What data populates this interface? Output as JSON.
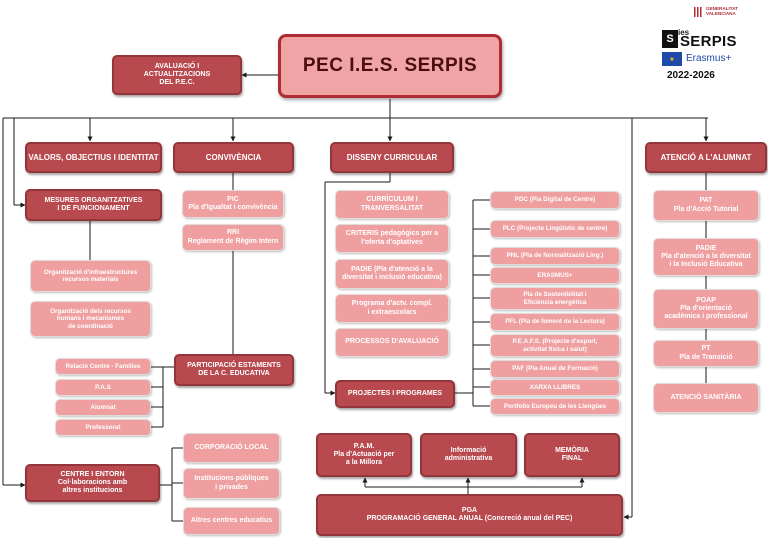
{
  "title": "PEC  I.E.S. SERPIS",
  "avaluacio": "AVALUACIÓ I\nACTUALITZACIONS\nDEL P.E.C.",
  "headers": {
    "valors": "VALORS, OBJECTIUS I IDENTITAT",
    "convivencia": "CONVIVÈNCIA",
    "disseny": "DISSENY CURRICULAR",
    "atencio": "ATENCIÓ A L'ALUMNAT"
  },
  "mesures": "MESURES ORGANITZATIVES\nI DE FUNCIONAMENT",
  "organitzacio_infra": "Organització d'infraestructures\nrecursos materials",
  "organitzacio_recursos": "Organització dels recursos\nhumans i mecanismes\nde coordinació",
  "pic": "PIC\nPla d'Igualtat i convivència",
  "rri": "RRI\nReglament de Règim Intern",
  "participacio": "PARTICIPACIÓ  ESTAMENTS\nDE LA C. EDUCATIVA",
  "estaments": [
    "Relació Centre - Famílies",
    "P.A.S",
    "Alumnat",
    "Professorat"
  ],
  "centre_entorn": "CENTRE I ENTORN\nCol·laboracions amb\naltres institucions",
  "entorn_items": [
    "CORPORACIÓ LOCAL",
    "Institucions públiques\ni privades",
    "Altres centres educatius"
  ],
  "curriculum_items": [
    "CURRÍCULUM I\nTRANVERSALITAT",
    "CRITERIS pedagògics per a\nl'oferta d'optatives",
    "PADIE (Pla d'atenció a la\ndiversitat i inclusió educativa)",
    "Programa d'actv. compl.\ni extraescolars",
    "PROCESSOS D'AVALUACIÓ"
  ],
  "projectes": "PROJECTES I PROGRAMES",
  "programes": [
    "PDC (Pla Digital de Centre)",
    "PLC (Projecte Lingüístic de centre)",
    "PNL (Pla de Normalització Ling.)",
    "ERASMUS+",
    "Pla de Sostenibilitat i\nEficiència energètica",
    "PFL (Pla de foment de la Lectura)",
    "P.E.A.F.S. (Projecte d'esport,\nactivitat física i salut)",
    "PAF (Pla Anual de Formació)",
    "XARXA LLIBRES",
    "Portfolio Europeu de les Llengües"
  ],
  "atencio_items": [
    "PAT\nPla d'Acció Tutorial",
    "PADIE\nPla d'atenció a la diversitat\ni la Inclusió Educativa",
    "POAP\nPla d'orientació\nacadèmica i professional",
    "PT\nPla de Transició",
    "ATENCIÓ SANITÀRIA"
  ],
  "pam": "P.A.M.\nPla d'Actuació per\na la Millora",
  "informacio": "Informació\nadministrativa",
  "memoria": "MEMÒRIA\nFINAL",
  "pga": "PGA\nPROGRAMACIÓ GENERAL ANUAL (Concreció anual del PEC)",
  "logos": {
    "gva": "GENERALITAT\nVALENCIANA",
    "ies_prefix": "ies",
    "ies_name": "SERPIS",
    "erasmus": "Erasmus+",
    "years": "2022-2026"
  },
  "colors": {
    "dark_box": "#b8494f",
    "light_box": "#ef9fa0",
    "title_border": "#b02c35",
    "connector": "#1a1a1a"
  }
}
